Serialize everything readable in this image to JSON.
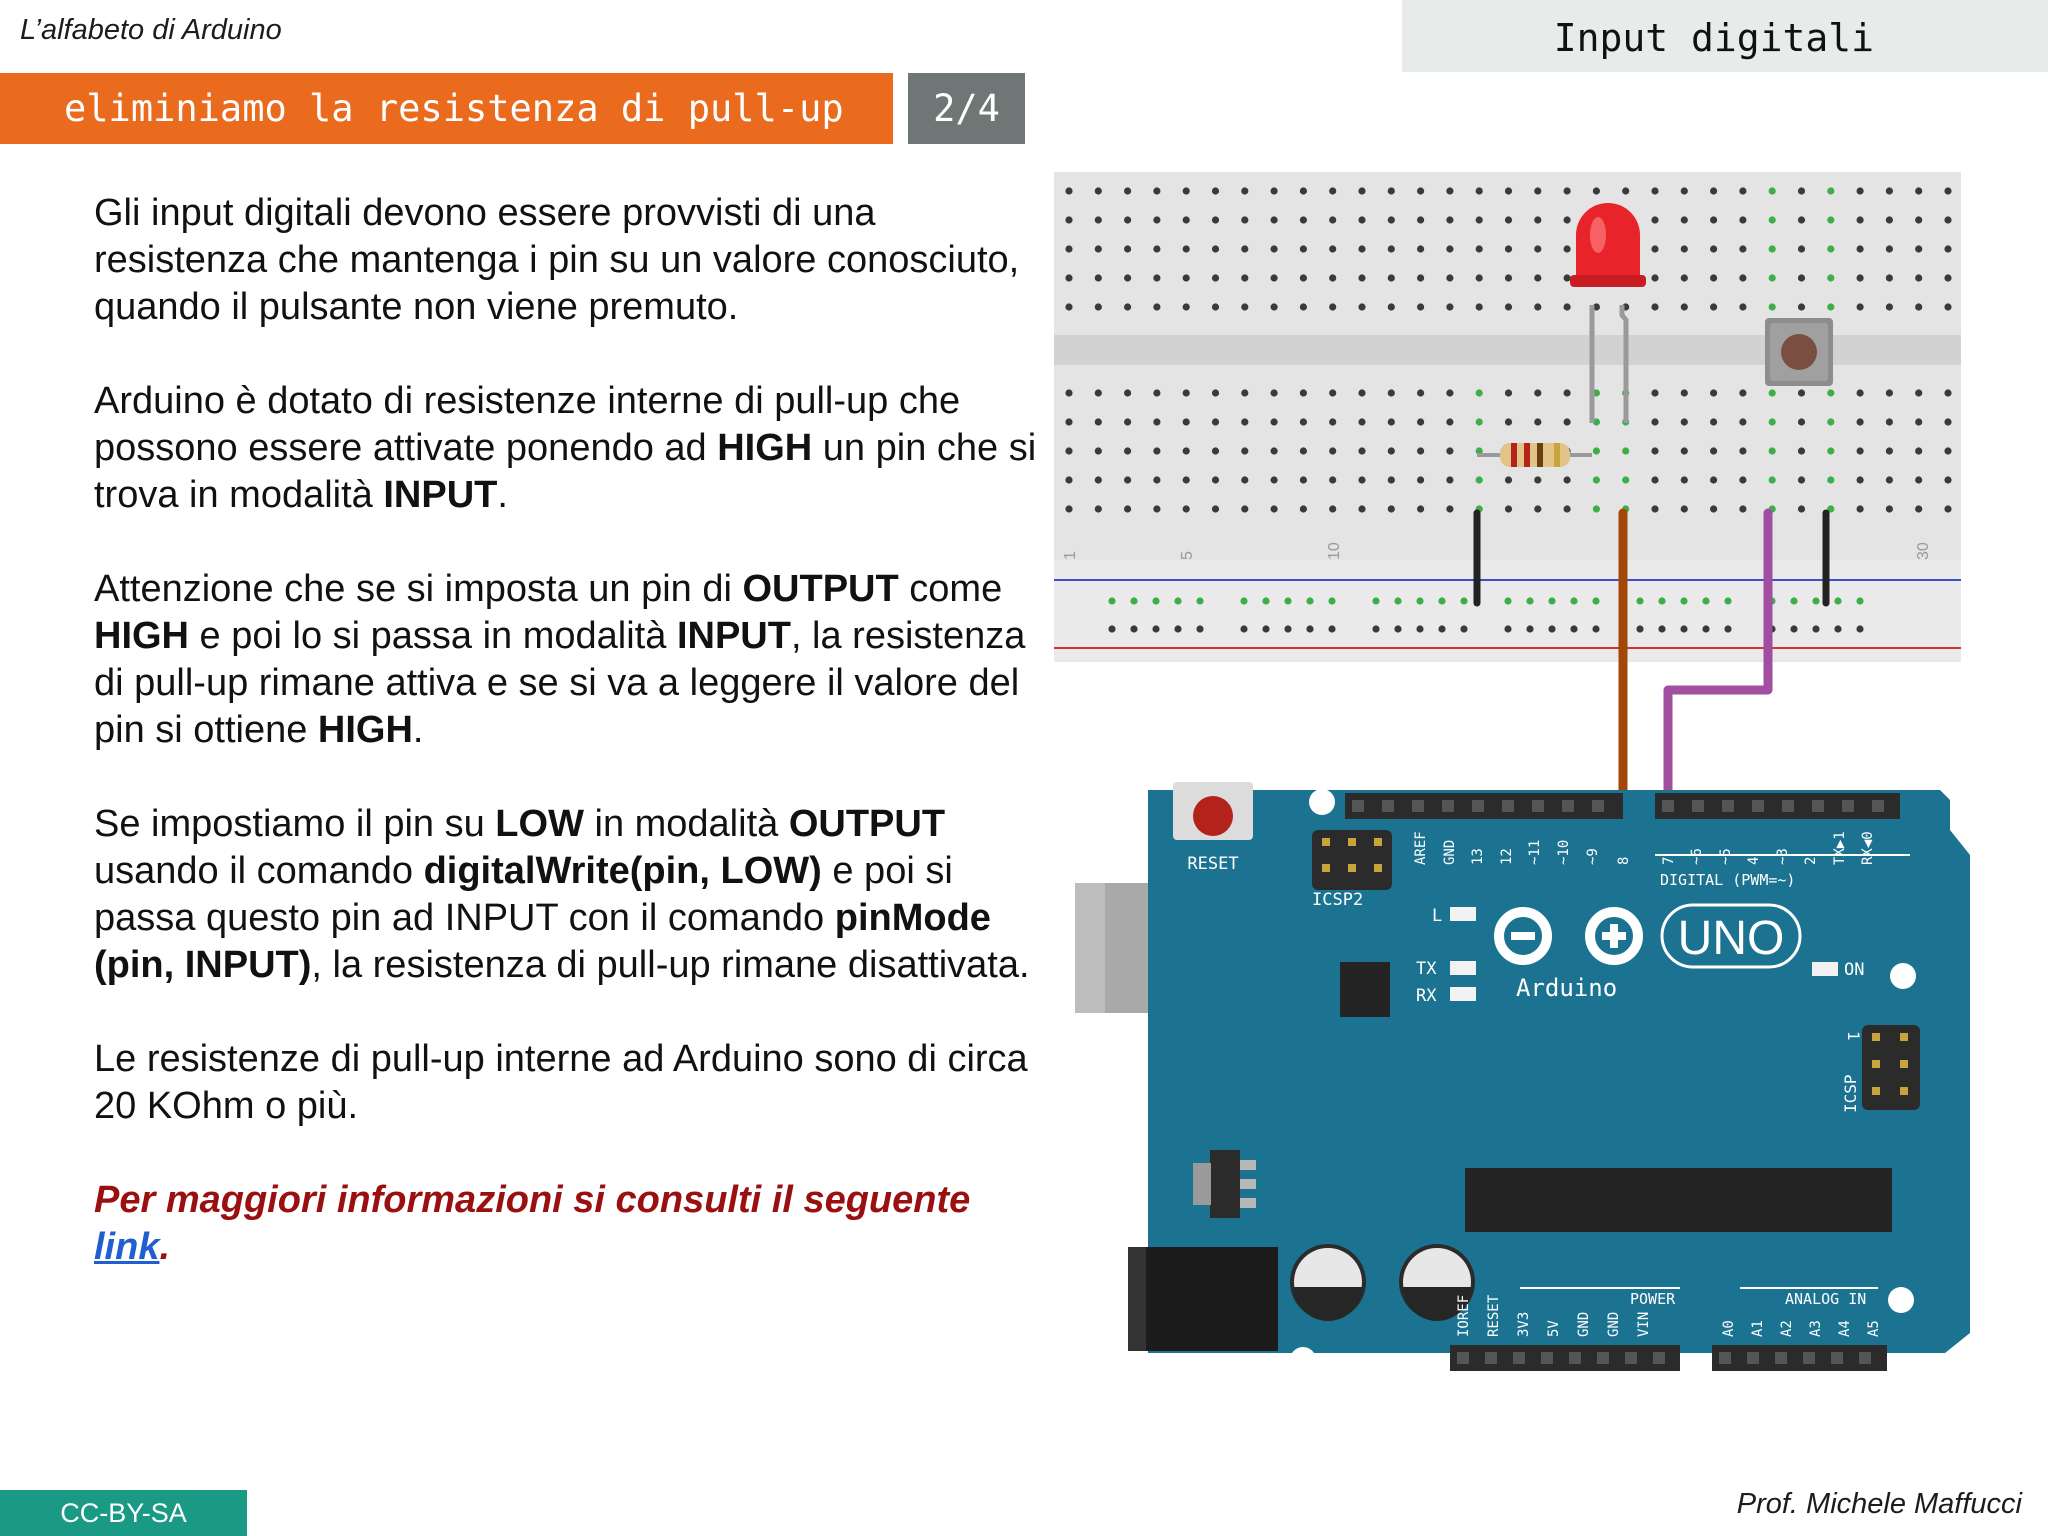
{
  "header": {
    "series": "L’alfabeto di Arduino",
    "topic": "Input digitali"
  },
  "slide": {
    "title": "eliminiamo la resistenza di pull-up",
    "page": "2/4"
  },
  "body": {
    "p1": "Gli input digitali devono essere provvisti di una resistenza che mantenga i pin su un valore conosciuto, quando il pulsante non viene premuto.",
    "p2": {
      "t1": "Arduino è dotato di resistenze interne di pull-up che possono essere attivate ponendo ad ",
      "b1": "HIGH",
      "t2": " un pin che si trova in modalità ",
      "b2": "INPUT",
      "t3": "."
    },
    "p3": {
      "t1": "Attenzione che se si imposta un pin di ",
      "b1": "OUTPUT",
      "t2": " come ",
      "b2": "HIGH",
      "t3": " e poi lo si passa in modalità ",
      "b3": "INPUT",
      "t4": ", la resistenza di pull-up rimane attiva e se si va a leggere il valore del pin si ottiene ",
      "b4": "HIGH",
      "t5": "."
    },
    "p4": {
      "t1": "Se impostiamo il pin su ",
      "b1": "LOW",
      "t2": " in modalità ",
      "b2": "OUTPUT",
      "t3": " usando il comando ",
      "b3": "digitalWrite(pin, LOW)",
      "t4": " e poi si passa questo pin ad INPUT con il comando ",
      "b4": "pinMode (pin, INPUT)",
      "t5": ", la resistenza di pull-up rimane disattivata."
    },
    "p5": "Le resistenze di pull-up interne ad Arduino sono di circa 20 KOhm o più.",
    "note": {
      "text": "Per maggiori informazioni si consulti il seguente ",
      "link": "link",
      "end": "."
    }
  },
  "illustration": {
    "breadboard_numbers": [
      "1",
      "5",
      "10",
      "30"
    ],
    "board": {
      "reset": "RESET",
      "icsp2": "ICSP2",
      "icsp": "ICSP",
      "led_l": "L",
      "tx": "TX",
      "rx": "RX",
      "on": "ON",
      "logo": "UNO",
      "brand": "Arduino",
      "digital": "DIGITAL (PWM=~)",
      "power": "POWER",
      "analog": "ANALOG IN",
      "header_one": "1",
      "top_pins": [
        "AREF",
        "GND",
        "13",
        "12",
        "~11",
        "~10",
        "~9",
        "8",
        "7",
        "~6",
        "~5",
        "4",
        "~3",
        "2",
        "TX▶1",
        "RX◀0"
      ],
      "power_pins": [
        "IOREF",
        "RESET",
        "3V3",
        "5V",
        "GND",
        "GND",
        "VIN"
      ],
      "analog_pins": [
        "A0",
        "A1",
        "A2",
        "A3",
        "A4",
        "A5"
      ]
    },
    "colors": {
      "board": "#1b7391",
      "led": "#e8242a",
      "wire_pin8": "#a14708",
      "wire_pin7": "#a14ea1"
    }
  },
  "footer": {
    "license": "CC-BY-SA",
    "author": "Prof. Michele Maffucci"
  }
}
